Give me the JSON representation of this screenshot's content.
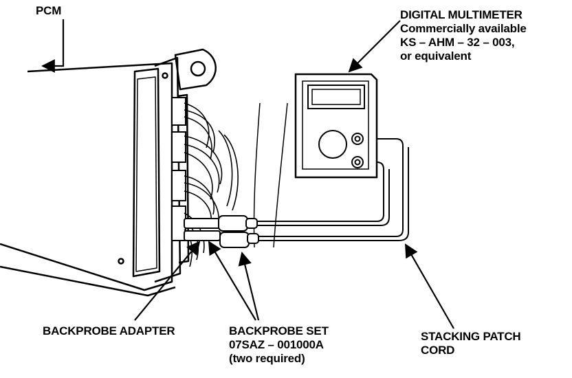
{
  "labels": {
    "pcm": "PCM",
    "multimeter": {
      "line1": "DIGITAL MULTIMETER",
      "line2": "Commercially available",
      "line3": "KS – AHM – 32 – 003,",
      "line4": "or equivalent"
    },
    "backprobe_adapter": "BACKPROBE ADAPTER",
    "backprobe_set": {
      "line1": "BACKPROBE SET",
      "line2": "07SAZ – 001000A",
      "line3": "(two required)"
    },
    "patch_cord": {
      "line1": "STACKING PATCH",
      "line2": "CORD"
    }
  },
  "colors": {
    "ink": "#000000",
    "paper": "#ffffff"
  }
}
